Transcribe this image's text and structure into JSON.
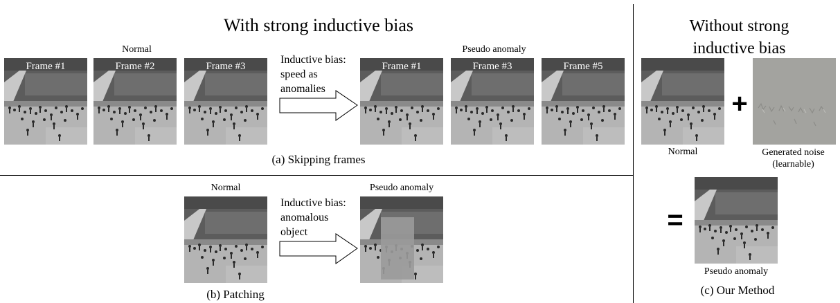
{
  "panel_a": {
    "title": "With strong inductive bias",
    "normal_label": "Normal",
    "frames": [
      "Frame #1",
      "Frame #2",
      "Frame #3"
    ],
    "bias_lines": [
      "Inductive bias:",
      "speed as",
      "anomalies"
    ],
    "pseudo_label": "Pseudo anomaly",
    "pseudo_frames": [
      "Frame #1",
      "Frame #3",
      "Frame #5"
    ],
    "caption": "(a) Skipping frames"
  },
  "panel_b": {
    "normal_label": "Normal",
    "bias_lines": [
      "Inductive bias:",
      "anomalous",
      "object"
    ],
    "pseudo_label": "Pseudo anomaly",
    "caption": "(b) Patching"
  },
  "panel_c": {
    "title_lines": [
      "Without strong",
      "inductive bias"
    ],
    "normal_label": "Normal",
    "plus": "+",
    "noise_lines": [
      "Generated noise",
      "(learnable)"
    ],
    "equals": "=",
    "pseudo_label": "Pseudo anomaly",
    "caption": "(c) Our Method"
  }
}
